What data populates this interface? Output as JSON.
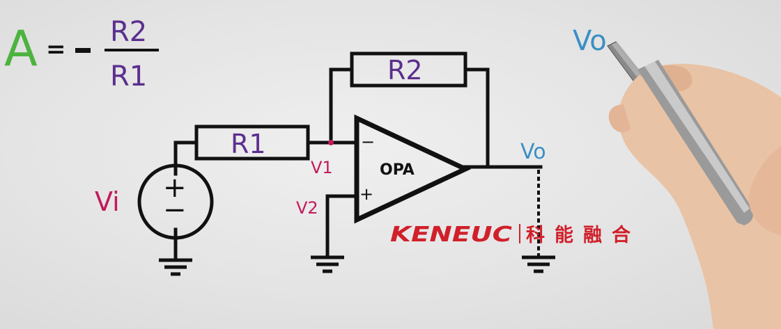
{
  "formula": {
    "gain_symbol": "A",
    "equals": "=",
    "minus": "-",
    "numerator": "R2",
    "denominator": "R1"
  },
  "circuit": {
    "r1_label": "R1",
    "r2_label": "R2",
    "opamp_label": "OPA",
    "inverting_sign": "−",
    "noninverting_sign": "+",
    "node_v1": "V1",
    "node_v2": "V2",
    "output_label": "Vo",
    "source_label": "Vi",
    "source_plus": "+",
    "source_minus": "−"
  },
  "handwriting_label": "Vo",
  "brand": {
    "logo_text": "KENEUC",
    "cn_text": "科能融合"
  },
  "colors": {
    "green": "#4db340",
    "purple": "#5b2f8e",
    "magenta": "#c21a5a",
    "blue": "#3a8fc4",
    "red": "#d0202a",
    "wire": "#111111"
  }
}
